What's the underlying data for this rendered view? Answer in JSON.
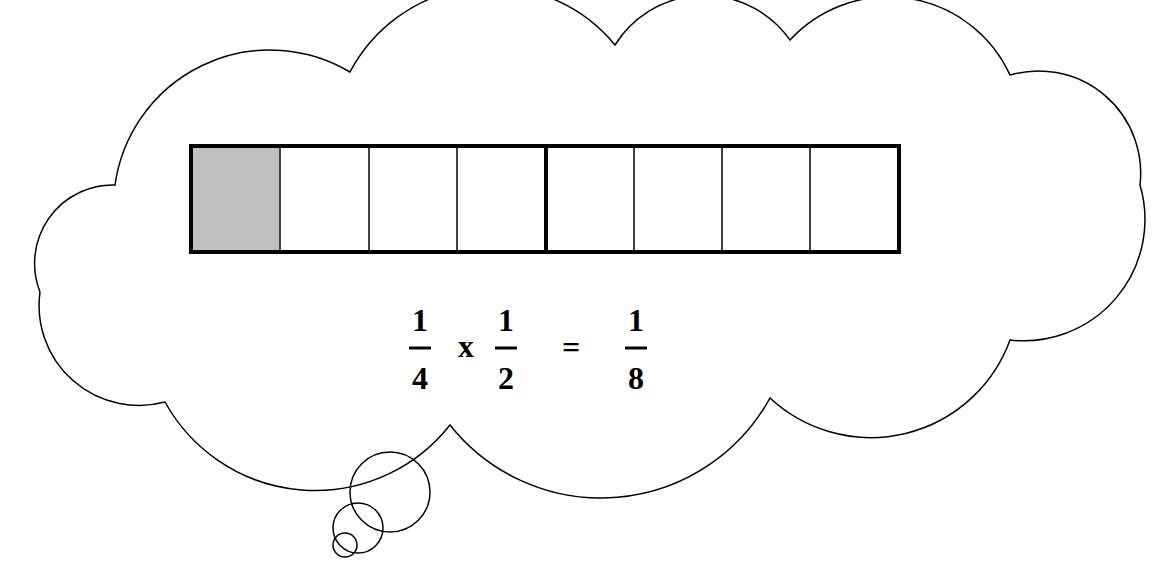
{
  "diagram": {
    "nodes": [
      {
        "text": [
          "1",
          "4",
          "x",
          "1",
          "2",
          "=",
          "1",
          "8"
        ]
      }
    ]
  }
}
